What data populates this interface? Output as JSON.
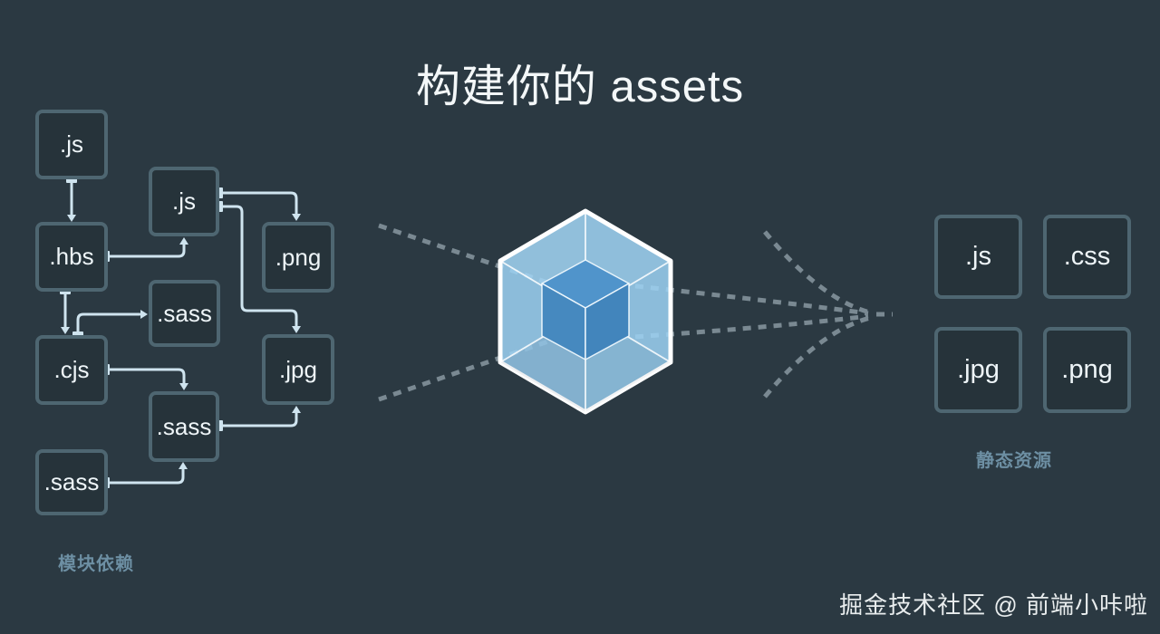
{
  "title": {
    "text": "构建你的 assets"
  },
  "left": {
    "caption": "模块依赖",
    "nodes": {
      "js1": ".js",
      "hbs": ".hbs",
      "js2": ".js",
      "sass1": ".sass",
      "cjs": ".cjs",
      "sass2": ".sass",
      "sass3": ".sass",
      "png": ".png",
      "jpg": ".jpg"
    },
    "edges": [
      {
        "from": "js1",
        "to": "hbs"
      },
      {
        "from": "hbs",
        "to": "js2"
      },
      {
        "from": "hbs",
        "to": "cjs"
      },
      {
        "from": "cjs",
        "to": "sass1"
      },
      {
        "from": "cjs",
        "to": "sass2"
      },
      {
        "from": "sass3",
        "to": "sass2"
      },
      {
        "from": "js2",
        "to": "png"
      },
      {
        "from": "js2",
        "to": "jpg"
      },
      {
        "from": "sass2",
        "to": "jpg"
      }
    ]
  },
  "center": {
    "logo": "webpack-cube"
  },
  "right": {
    "caption": "静态资源",
    "nodes": {
      "js": ".js",
      "css": ".css",
      "jpg": ".jpg",
      "png": ".png"
    }
  },
  "watermark": "掘金技术社区 @ 前端小咔啦",
  "colors": {
    "background": "#2b3942",
    "box_border": "#4e6671",
    "box_fill": "#26333a",
    "box_text": "#eef5f8",
    "arrow": "#cfe4ef",
    "dashed_flow": "#7a8992",
    "caption": "#6d8fa3",
    "title_text": "#f3f7f8",
    "webpack_outer": "#9ed4f4",
    "webpack_inner_top": "#5094cb",
    "webpack_inner_left": "#4689bf",
    "webpack_inner_right": "#4285bc"
  }
}
